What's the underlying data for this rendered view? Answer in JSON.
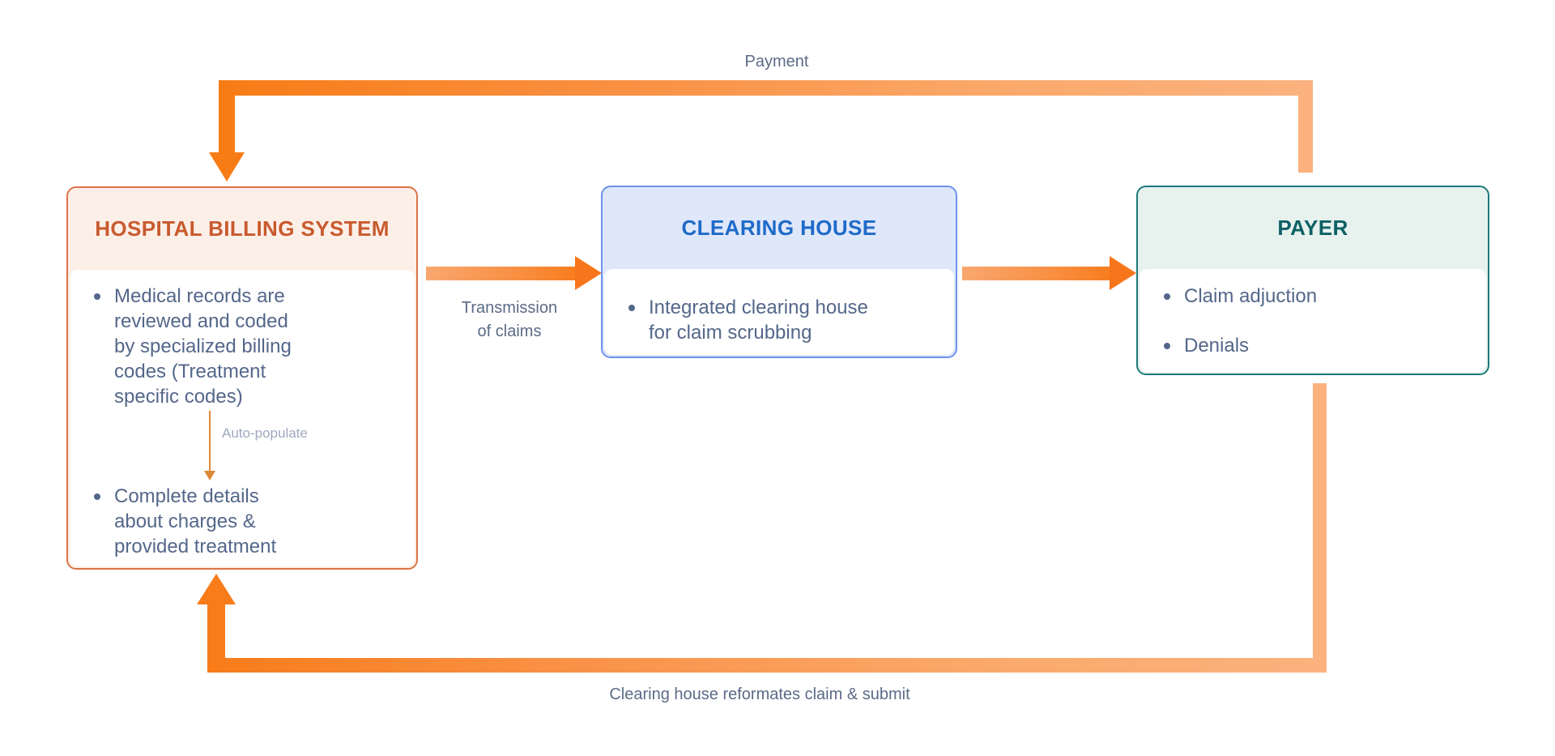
{
  "boxes": {
    "hospital": {
      "title": "HOSPITAL BILLING SYSTEM",
      "title_color": "#c85a2e",
      "border_color": "#db7448",
      "header_bg": "#fcefe8",
      "bullets": [
        "Medical records are\nreviewed and coded\nby specialized billing\ncodes (Treatment\nspecific codes)",
        "Complete details\nabout charges &\nprovided treatment"
      ],
      "inner_label": "Auto-populate"
    },
    "clearing": {
      "title": "CLEARING HOUSE",
      "title_color": "#1e6ac9",
      "border_color": "#6d92ec",
      "header_bg": "#dfe7fa",
      "bullets": [
        "Integrated clearing house\nfor claim scrubbing"
      ]
    },
    "payer": {
      "title": "PAYER",
      "title_color": "#0d6064",
      "border_color": "#1c7a7c",
      "header_bg": "#e7f1ee",
      "bullets": [
        "Claim adjuction",
        "Denials"
      ]
    }
  },
  "labels": {
    "payment": "Payment",
    "transmission": "Transmission\nof claims",
    "bottom": "Clearing house reformates claim & submit"
  },
  "colors": {
    "arrow_strong_orange": "#f87c16",
    "arrow_light_orange": "#fbb27e",
    "body_text": "#54678a",
    "flow_label_text": "#5b6b87",
    "auto_populate_label": "#9fa9bf",
    "auto_populate_arrow": "#dd8836",
    "background": "#ffffff"
  }
}
